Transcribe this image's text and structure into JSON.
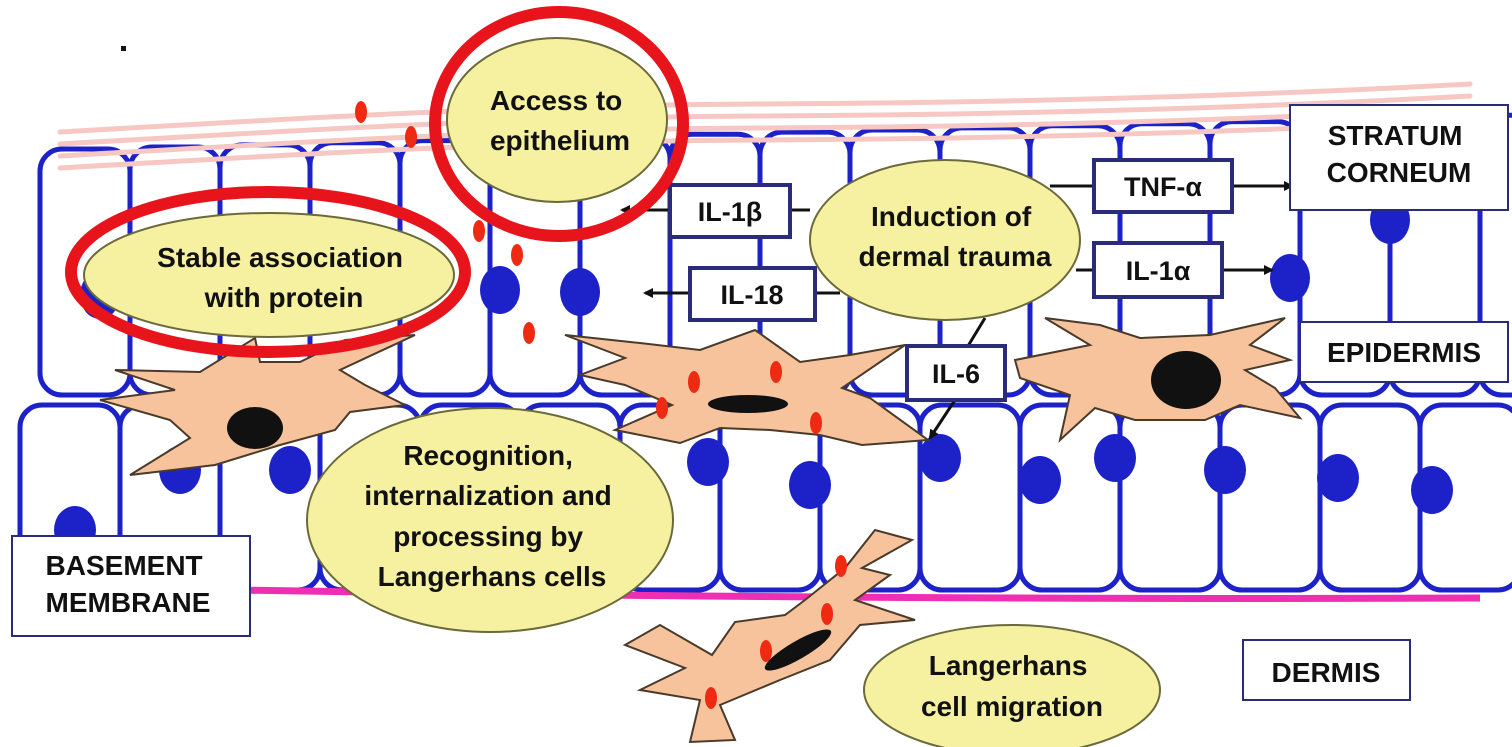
{
  "colors": {
    "cell_outline": "#1c22c8",
    "nucleus": "#1c22c8",
    "stratum": "#f6c7c3",
    "basement": "#ee2fb4",
    "langerhans_body": "#f6c39d",
    "langerhans_nucleus": "#111111",
    "antigen_dot": "#ee2a12",
    "bubble_fill": "#f6f1a0",
    "highlight_ring": "#e8141b"
  },
  "labels": {
    "stratum_corneum": [
      "STRATUM",
      "CORNEUM"
    ],
    "epidermis": "EPIDERMIS",
    "basement_membrane": [
      "BASEMENT",
      "MEMBRANE"
    ],
    "dermis": "DERMIS"
  },
  "bubbles": {
    "access": [
      "Access to",
      "epithelium"
    ],
    "stable": [
      "Stable association",
      "with protein"
    ],
    "induction": [
      "Induction of",
      "dermal trauma"
    ],
    "recognition": [
      "Recognition,",
      "internalization and",
      "processing by",
      "Langerhans cells"
    ],
    "migration": [
      "Langerhans",
      "cell migration"
    ]
  },
  "cytokines": {
    "il1b": "IL-1β",
    "il18": "IL-18",
    "tnfa": "TNF-α",
    "il1a": "IL-1α",
    "il6": "IL-6"
  },
  "icons": [
    "arrow-icon",
    "red-circle-highlight",
    "langerhans-cell-icon"
  ]
}
